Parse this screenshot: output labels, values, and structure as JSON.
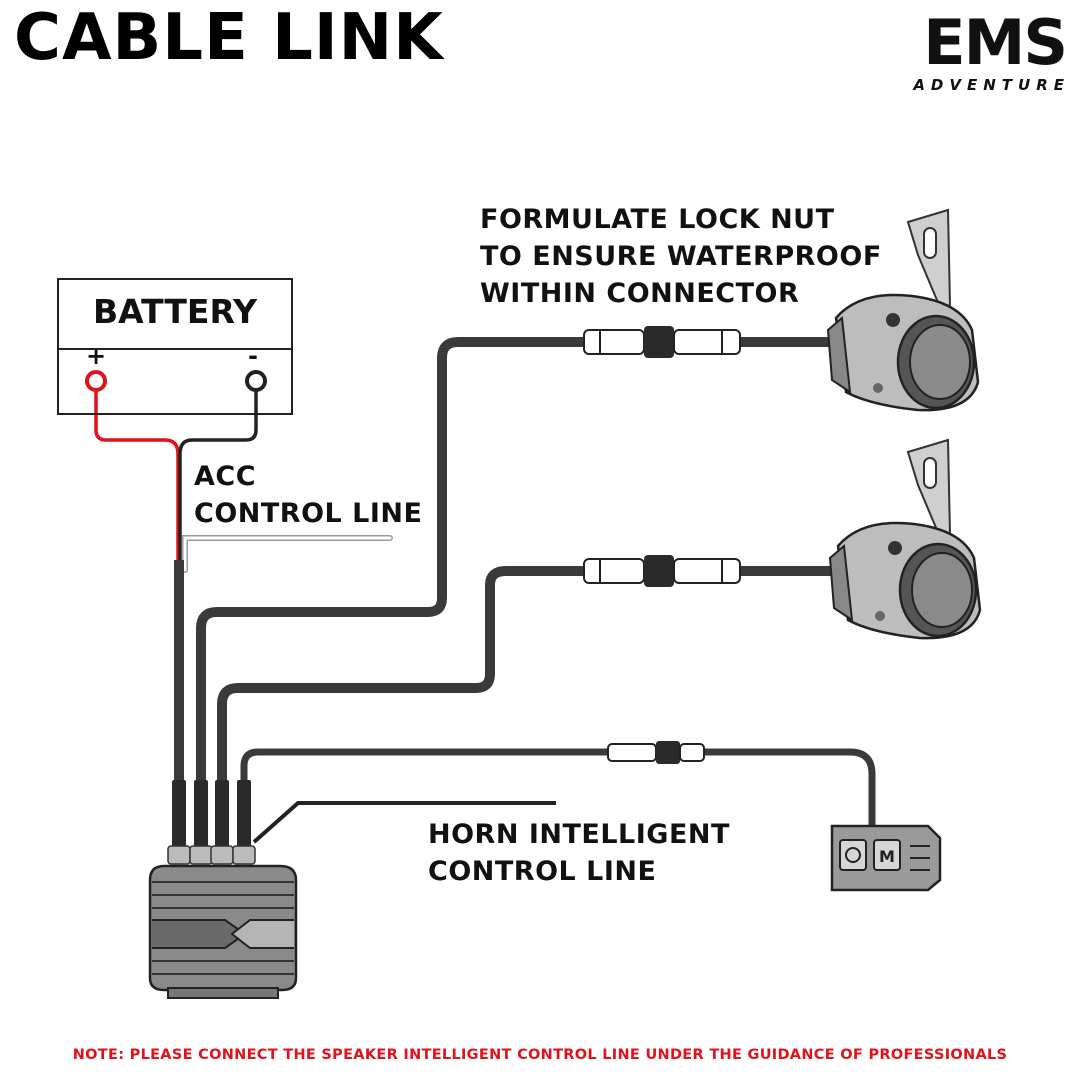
{
  "title": "CABLE LINK",
  "logo": {
    "main": "EMS",
    "sub": "ADVENTURE"
  },
  "battery": {
    "label": "BATTERY",
    "positive": "+",
    "negative": "-"
  },
  "labels": {
    "lock_nut": [
      "FORMULATE LOCK NUT",
      "TO ENSURE WATERPROOF",
      "WITHIN CONNECTOR"
    ],
    "acc": [
      "ACC",
      "CONTROL LINE"
    ],
    "horn": [
      "HORN INTELLIGENT",
      "CONTROL LINE"
    ]
  },
  "note": "NOTE: PLEASE CONNECT THE SPEAKER INTELLIGENT CONTROL LINE UNDER THE GUIDANCE OF PROFESSIONALS",
  "colors": {
    "wire": "#3a3a3a",
    "positive_wire": "#e0121b",
    "negative_wire": "#222222",
    "note": "#e0121b"
  },
  "icons": [
    "battery-icon",
    "light-icon",
    "switch-icon",
    "controller-icon",
    "connector-icon"
  ]
}
